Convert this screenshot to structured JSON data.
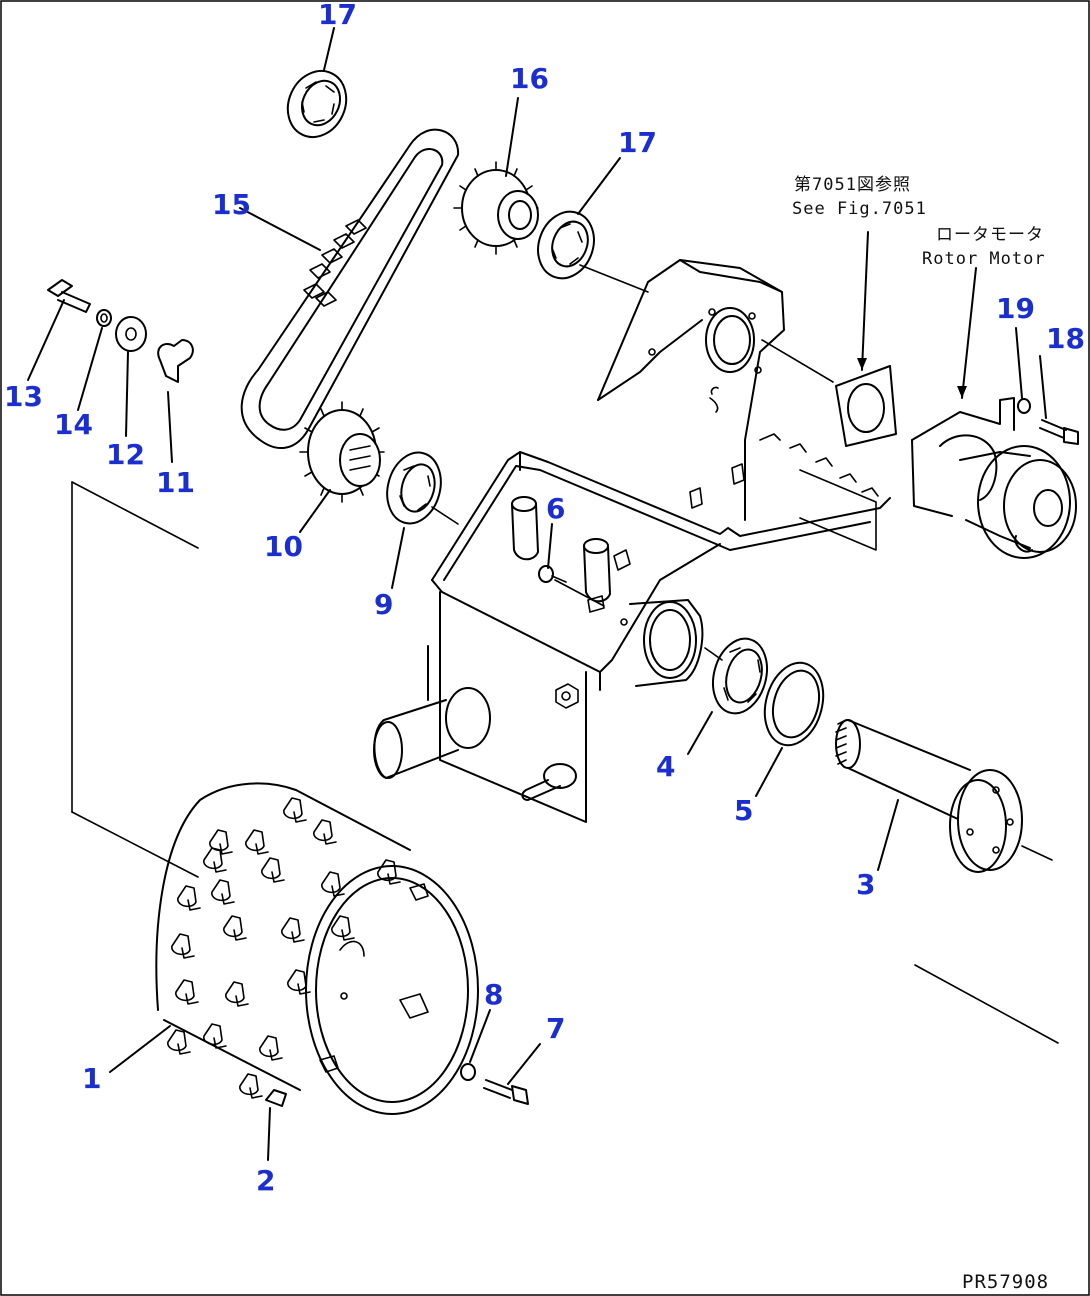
{
  "callouts": {
    "c1": "1",
    "c2": "2",
    "c3": "3",
    "c4": "4",
    "c5": "5",
    "c6": "6",
    "c7": "7",
    "c8": "8",
    "c9": "9",
    "c10": "10",
    "c11": "11",
    "c12": "12",
    "c13": "13",
    "c14": "14",
    "c15": "15",
    "c16": "16",
    "c17a": "17",
    "c17b": "17",
    "c18": "18",
    "c19": "19"
  },
  "notes": {
    "see_fig_jp": "第7051図参照",
    "see_fig_en": "See Fig.7051",
    "rotor_motor_jp": "ロータモータ",
    "rotor_motor_en": "Rotor Motor"
  },
  "drawing_code": "PR57908",
  "colors": {
    "callout": "#1b2fd0",
    "line": "#000000"
  }
}
